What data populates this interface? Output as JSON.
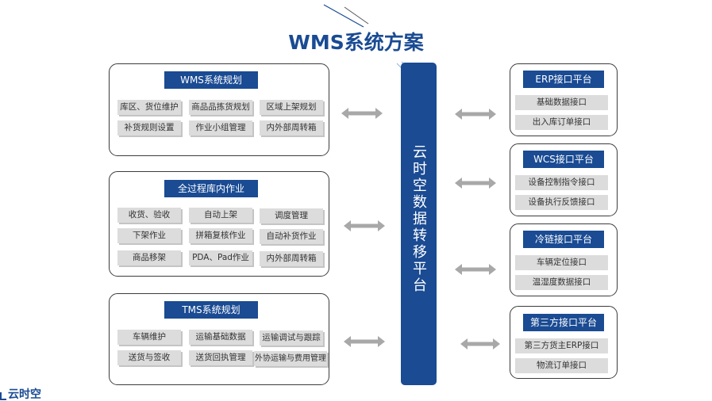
{
  "title": "WMS系统方案",
  "center_bar": {
    "label": "云时空数据转移平台"
  },
  "logo": {
    "text": "云时空"
  },
  "colors": {
    "primary": "#1a4b93",
    "chip": "#dcdcdc",
    "arrow": "#a8a8a8",
    "border": "#3c3c3c"
  },
  "left_panels": [
    {
      "header": "WMS系统规划",
      "chips": [
        "库区、货位维护",
        "商品品拣货规划",
        "区域上架规划",
        "补货规则设置",
        "作业小组管理",
        "内外部周转箱"
      ]
    },
    {
      "header": "全过程库内作业",
      "chips": [
        "收货、验收",
        "自动上架",
        "调度管理",
        "下架作业",
        "拼箱复核作业",
        "自动补货作业",
        "商品移架",
        "PDA、Pad作业",
        "内外部周转箱"
      ]
    },
    {
      "header": "TMS系统规划",
      "chips": [
        "车辆维护",
        "运输基础数据",
        "运输调试与跟踪",
        "送货与签收",
        "送货回执管理",
        "外协运输与费用管理"
      ]
    }
  ],
  "right_panels": [
    {
      "header": "ERP接口平台",
      "chips": [
        "基础数据接口",
        "出入库订单接口"
      ]
    },
    {
      "header": "WCS接口平台",
      "chips": [
        "设备控制指令接口",
        "设备执行反馈接口"
      ]
    },
    {
      "header": "冷链接口平台",
      "chips": [
        "车辆定位接口",
        "温湿度数据接口"
      ]
    },
    {
      "header": "第三方接口平台",
      "chips": [
        "第三方货主ERP接口",
        "物流订单接口"
      ]
    }
  ]
}
